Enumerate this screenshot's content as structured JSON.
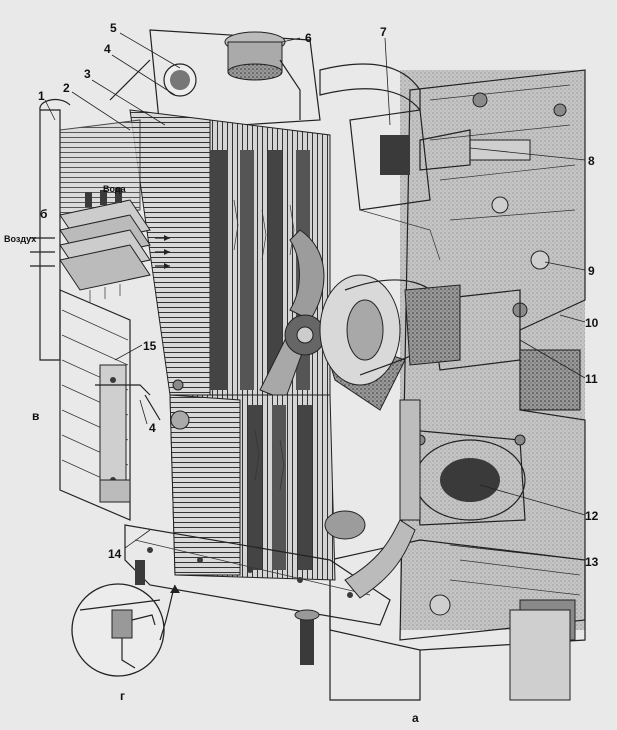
{
  "callouts": [
    "1",
    "2",
    "3",
    "4",
    "5",
    "6",
    "7",
    "8",
    "9",
    "10",
    "11",
    "12",
    "13",
    "14",
    "15",
    "4"
  ],
  "views": {
    "b": "б",
    "v": "в",
    "g": "г",
    "a": "а"
  },
  "inset_labels": {
    "water": "Вода",
    "air": "Воздух"
  }
}
